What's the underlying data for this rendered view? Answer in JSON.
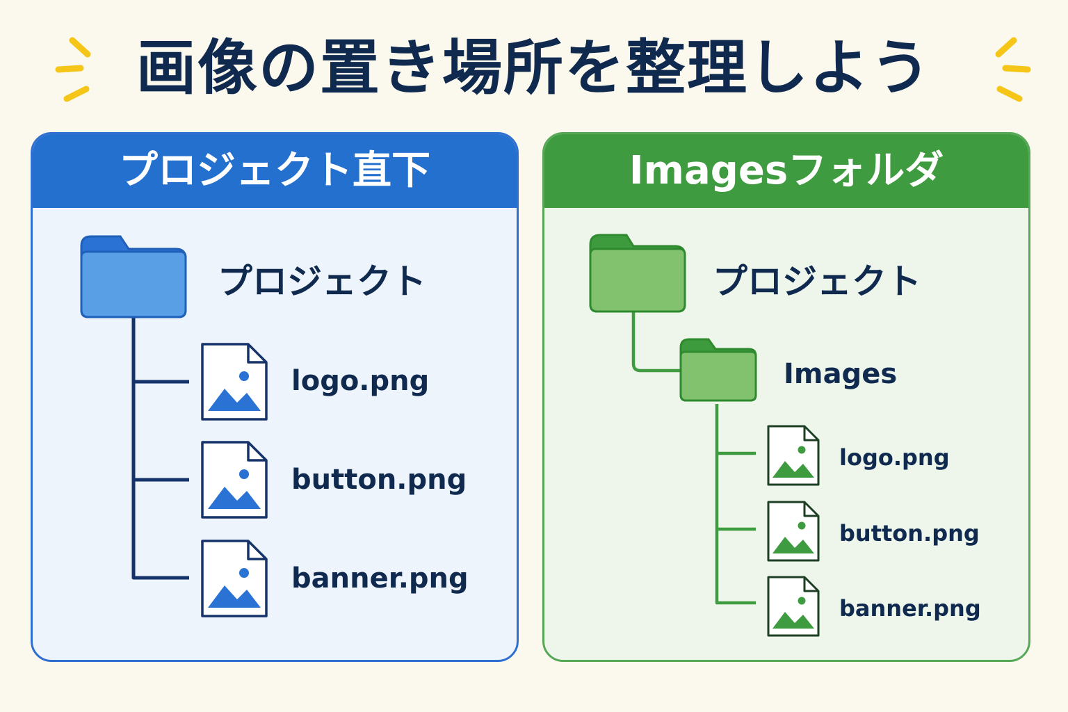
{
  "title": "画像の置き場所を整理しよう",
  "colors": {
    "background": "#fbf9ee",
    "title": "#0f2a4e",
    "spark": "#f5c518",
    "blue_header": "#2470cf",
    "green_header": "#3f9b3f"
  },
  "left_panel": {
    "header": "プロジェクト直下",
    "root_label": "プロジェクト",
    "files": [
      "logo.png",
      "button.png",
      "banner.png"
    ]
  },
  "right_panel": {
    "header": "Imagesフォルダ",
    "root_label": "プロジェクト",
    "subfolder_label": "Images",
    "files": [
      "logo.png",
      "button.png",
      "banner.png"
    ]
  }
}
